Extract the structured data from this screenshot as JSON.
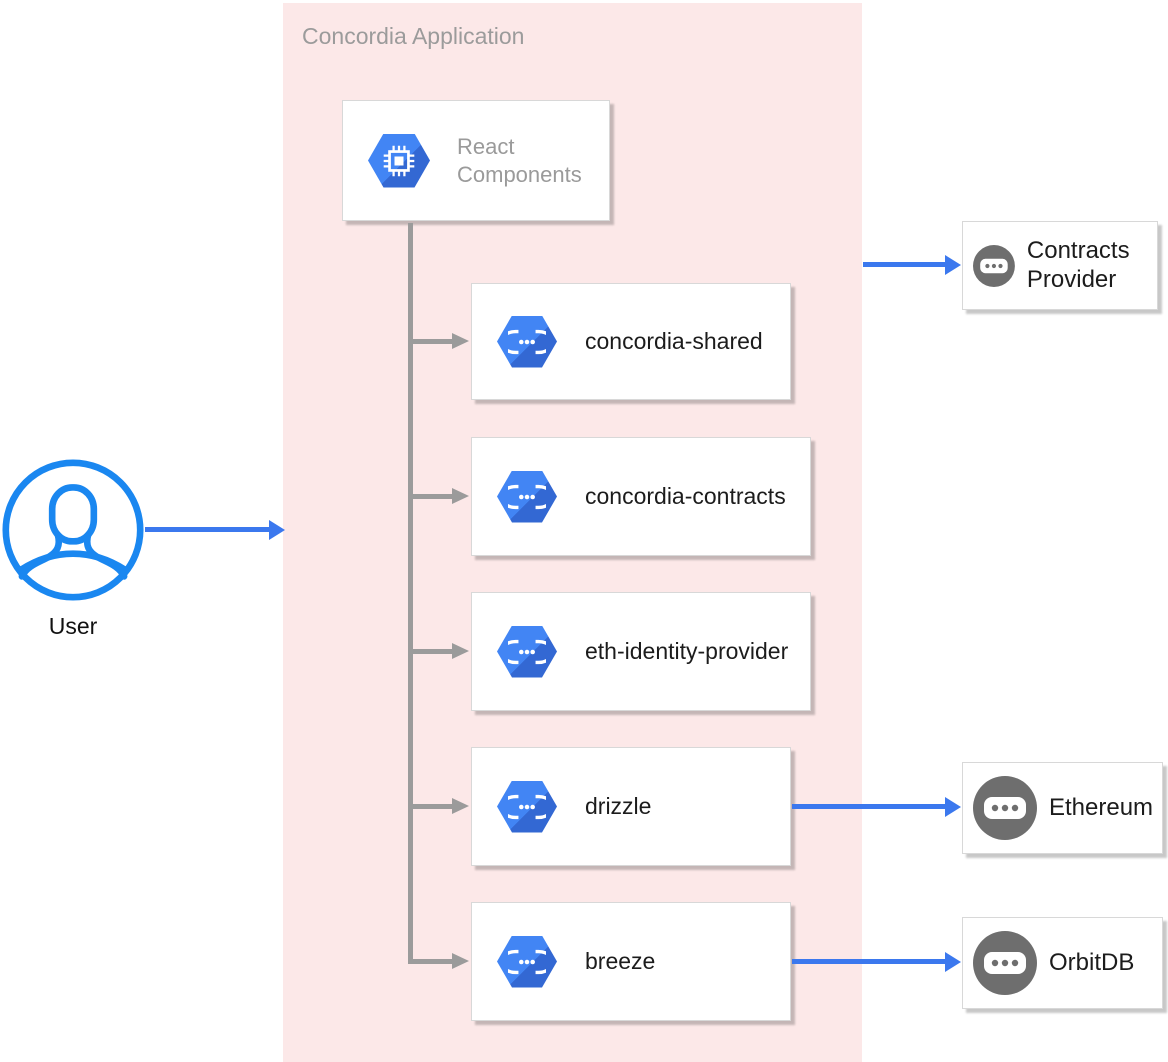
{
  "container": {
    "title": "Concordia Application"
  },
  "user": {
    "label": "User"
  },
  "root": {
    "label": "React Components"
  },
  "modules": [
    {
      "label": "concordia-shared"
    },
    {
      "label": "concordia-contracts"
    },
    {
      "label": "eth-identity-provider"
    },
    {
      "label": "drizzle"
    },
    {
      "label": "breeze"
    }
  ],
  "externals": [
    {
      "label": "Contracts Provider"
    },
    {
      "label": "Ethereum"
    },
    {
      "label": "OrbitDB"
    }
  ],
  "edges": [
    {
      "from": "User",
      "to": "Concordia Application"
    },
    {
      "from": "React Components",
      "to": "concordia-shared"
    },
    {
      "from": "React Components",
      "to": "concordia-contracts"
    },
    {
      "from": "React Components",
      "to": "eth-identity-provider"
    },
    {
      "from": "React Components",
      "to": "drizzle"
    },
    {
      "from": "React Components",
      "to": "breeze"
    },
    {
      "from": "Concordia Application",
      "to": "Contracts Provider"
    },
    {
      "from": "drizzle",
      "to": "Ethereum"
    },
    {
      "from": "breeze",
      "to": "OrbitDB"
    }
  ],
  "colors": {
    "container_bg": "#fce8e8",
    "hexagon_blue": "#4285f4",
    "arrow_blue": "#3b78ee",
    "line_gray": "#9b9b9b",
    "service_icon_gray": "#6e6e6e",
    "muted_text": "#9a9a9a",
    "dark_text": "#1c1c1c"
  }
}
